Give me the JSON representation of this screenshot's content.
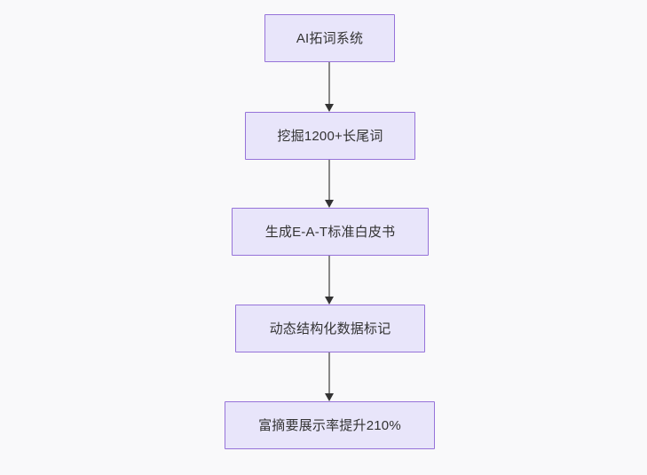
{
  "diagram": {
    "type": "flowchart",
    "orientation": "top-to-bottom",
    "background_color": "#f9f9fa",
    "node_fill_color": "#e8e5fa",
    "node_border_color": "#9673d9",
    "node_text_color": "#333333",
    "edge_line_color": "#888888",
    "edge_arrow_color": "#333333",
    "nodes": [
      {
        "id": "n1",
        "label": "AI拓词系统"
      },
      {
        "id": "n2",
        "label": "挖掘1200+长尾词"
      },
      {
        "id": "n3",
        "label": "生成E-A-T标准白皮书"
      },
      {
        "id": "n4",
        "label": "动态结构化数据标记"
      },
      {
        "id": "n5",
        "label": "富摘要展示率提升210%"
      }
    ],
    "edges": [
      {
        "id": "e1",
        "from": "n1",
        "to": "n2",
        "arrow": "arrow-down-icon"
      },
      {
        "id": "e2",
        "from": "n2",
        "to": "n3",
        "arrow": "arrow-down-icon"
      },
      {
        "id": "e3",
        "from": "n3",
        "to": "n4",
        "arrow": "arrow-down-icon"
      },
      {
        "id": "e4",
        "from": "n4",
        "to": "n5",
        "arrow": "arrow-down-icon"
      }
    ]
  }
}
